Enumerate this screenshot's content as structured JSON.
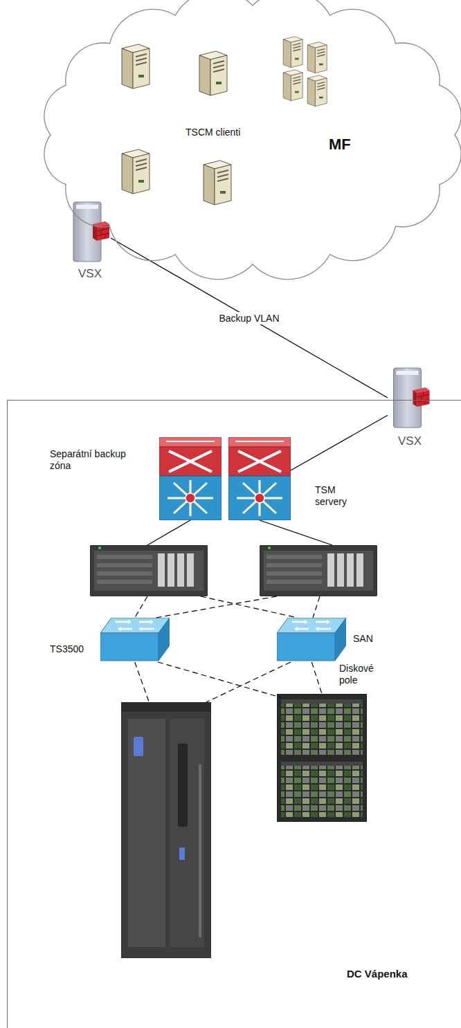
{
  "diagram": {
    "nodes": [
      {
        "text": [
          "TSCM clienti",
          "MF"
        ]
      },
      {
        "text": [
          "VSX"
        ]
      },
      {
        "text": [
          "DC Vápenka"
        ]
      },
      {
        "text": [
          "VSX"
        ]
      },
      {
        "text": [
          "Separátní backup zóna"
        ],
        "in": 2
      },
      {
        "text": [
          "TSM servery"
        ],
        "in": 2
      },
      {
        "text": [
          "SAN"
        ],
        "in": 2
      },
      {
        "text": [
          "TS3500"
        ],
        "in": 2
      },
      {
        "text": [
          "Diskové pole"
        ],
        "in": 2
      }
    ],
    "edges": [
      {
        "from": 1,
        "to": 3,
        "label": "Backup VLAN",
        "arrow": "none"
      },
      {
        "from": 3,
        "to": 4,
        "arrow": "none"
      },
      {
        "from": 4,
        "to": 5,
        "arrow": "none"
      },
      {
        "from": 5,
        "to": 6,
        "arrow": "none"
      },
      {
        "from": 6,
        "to": 7,
        "arrow": "none"
      },
      {
        "from": 6,
        "to": 8,
        "arrow": "none"
      }
    ]
  }
}
